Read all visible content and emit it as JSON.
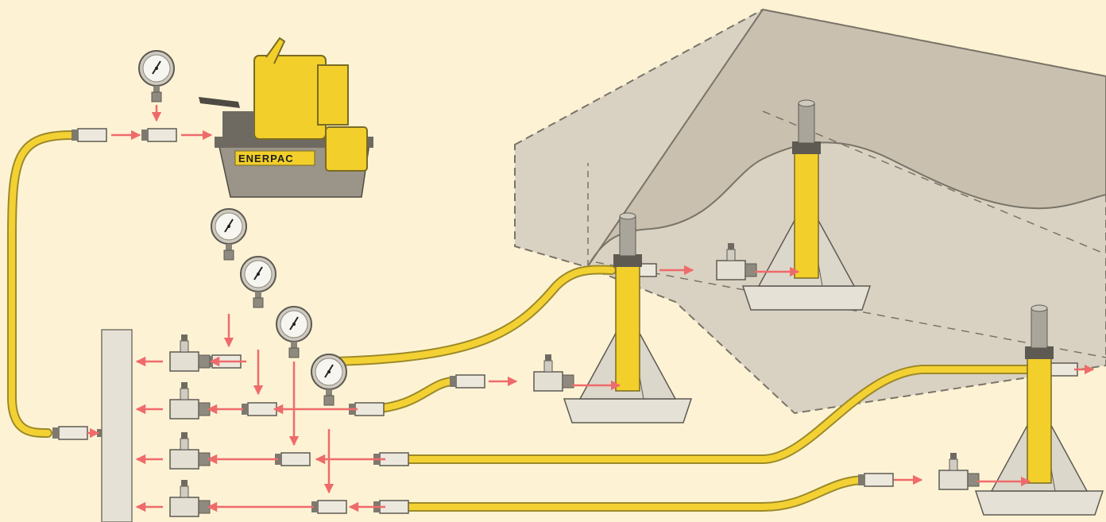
{
  "diagram": {
    "pump": {
      "brand": "ENERPAC"
    },
    "colors": {
      "background": "#fdf3d4",
      "hose": "#f4d133",
      "hose_outline": "#9c8a2a",
      "flow_arrow": "#ef6b6b",
      "steel": "#d6d0c4",
      "structure": "#d9d2c3",
      "pump_body": "#9a9489",
      "pump_yellow": "#f2cf2a"
    },
    "components": {
      "pump": "electric-hydraulic-pump",
      "manifold": "distribution-manifold",
      "gauges": "pressure-gauge",
      "valves": "needle-valve",
      "cylinders": "hydraulic-jack-with-base",
      "load": "concrete-structure"
    }
  }
}
